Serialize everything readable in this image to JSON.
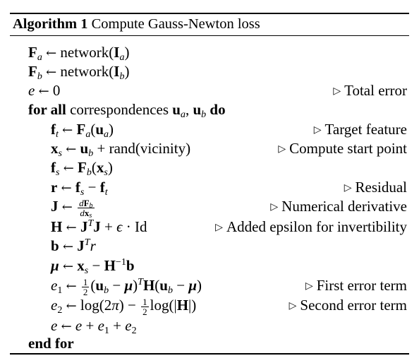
{
  "algorithm": {
    "number_label": "Algorithm 1",
    "title": "Compute Gauss-Newton loss"
  },
  "lines": [
    {
      "stmt": "F_a ← network(I_a)",
      "comment": ""
    },
    {
      "stmt": "F_b ← network(I_b)",
      "comment": ""
    },
    {
      "stmt": "e ← 0",
      "comment": "Total error"
    },
    {
      "stmt": "for all correspondences u_a, u_b do",
      "comment": ""
    },
    {
      "stmt": "f_t ← F_a(u_a)",
      "comment": "Target feature"
    },
    {
      "stmt": "x_s ← u_b + rand(vicinity)",
      "comment": "Compute start point"
    },
    {
      "stmt": "f_s ← F_b(x_s)",
      "comment": ""
    },
    {
      "stmt": "r ← f_s − f_t",
      "comment": "Residual"
    },
    {
      "stmt": "J ← dF_b/dx_s",
      "comment": "Numerical derivative"
    },
    {
      "stmt": "H ← J^T J + ϵ · Id",
      "comment": "Added epsilon for invertibility"
    },
    {
      "stmt": "b ← J^T r",
      "comment": ""
    },
    {
      "stmt": "μ ← x_s − H^{-1} b",
      "comment": ""
    },
    {
      "stmt": "e_1 ← 1/2 (u_b − μ)^T H(u_b − μ)",
      "comment": "First error term"
    },
    {
      "stmt": "e_2 ← log(2π) − 1/2 log(|H|)",
      "comment": "Second error term"
    },
    {
      "stmt": "e ← e + e_1 + e_2",
      "comment": ""
    },
    {
      "stmt": "end for",
      "comment": ""
    }
  ],
  "text": {
    "network": "network",
    "rand": "rand",
    "vicinity": "vicinity",
    "id": "Id",
    "log": "log",
    "zero": "0",
    "for_all": "for all",
    "correspondences": "correspondences",
    "do": "do",
    "end_for": "end for"
  },
  "comment_marker": "▷"
}
